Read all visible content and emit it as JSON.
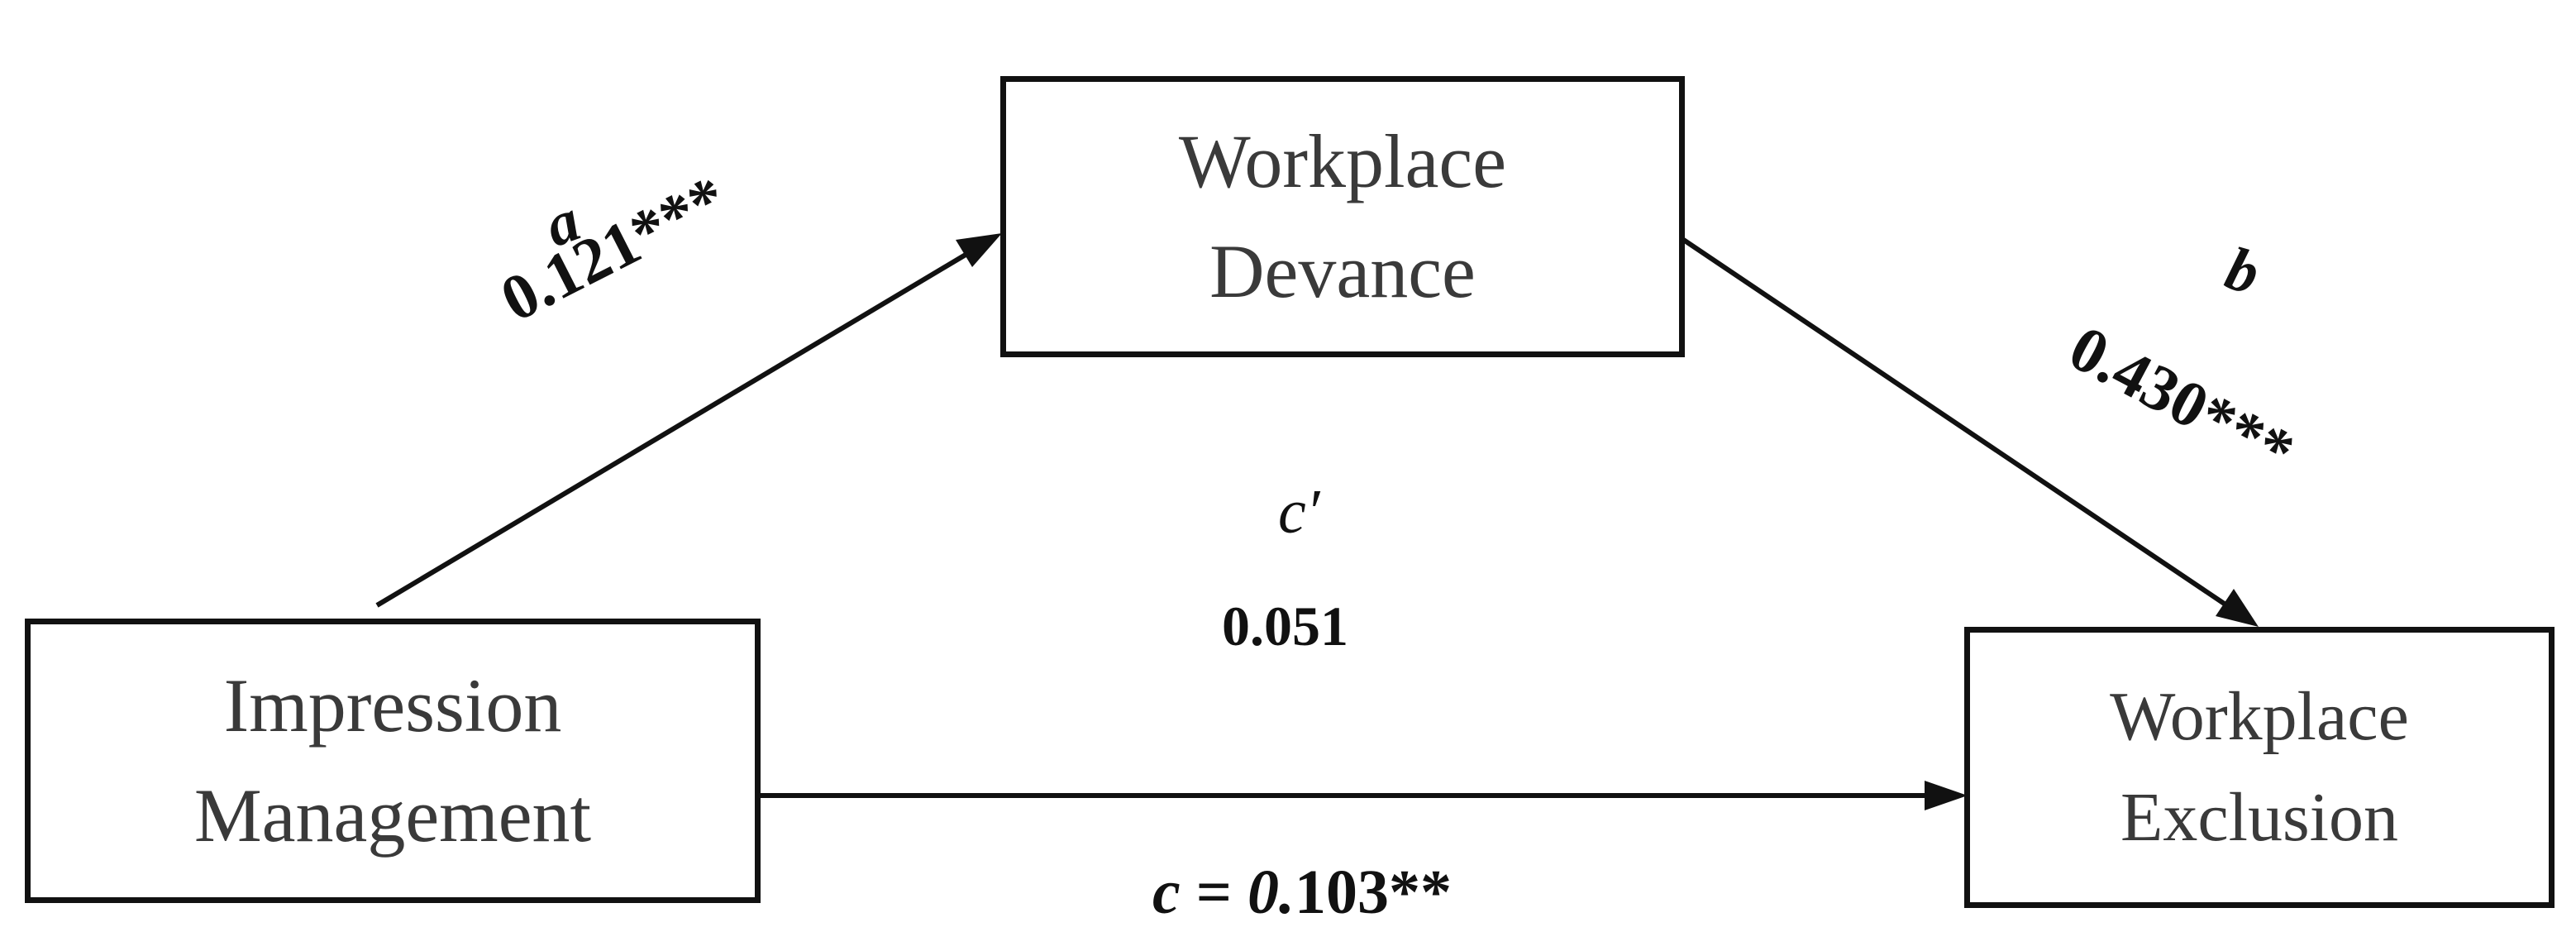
{
  "diagram": {
    "nodes": {
      "mediator": {
        "lines": [
          "Workplace",
          "Devance"
        ]
      },
      "predictor": {
        "lines": [
          "Impression",
          "Management"
        ]
      },
      "outcome": {
        "lines": [
          "Workplace",
          "Exclusion"
        ]
      }
    },
    "paths": {
      "a": {
        "symbol": "a",
        "value": "0.121***"
      },
      "b": {
        "symbol": "b",
        "value": "0.430***"
      },
      "c_prime": {
        "symbol": "c′",
        "value": "0.051"
      },
      "c": {
        "symbol": "c",
        "equals": " = ",
        "value_italic": "0.",
        "value_rest": "103**"
      }
    }
  }
}
